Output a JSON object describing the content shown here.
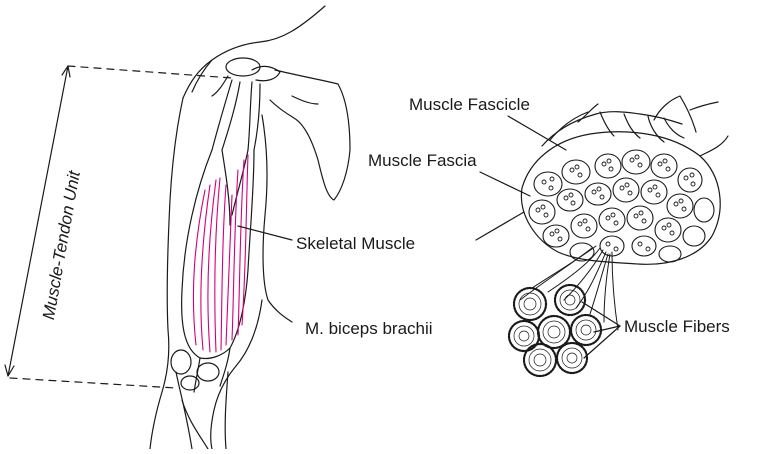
{
  "labels": {
    "muscle_tendon_unit": "Muscle-Tendon Unit",
    "muscle_fascicle": "Muscle Fascicle",
    "muscle_fascia": "Muscle Fascia",
    "skeletal_muscle": "Skeletal Muscle",
    "biceps": "M. biceps brachii",
    "muscle_fibers": "Muscle Fibers"
  },
  "colors": {
    "line": "#1a1a1a",
    "muscle_fiber_lines": "#d6007a",
    "background": "#ffffff"
  }
}
